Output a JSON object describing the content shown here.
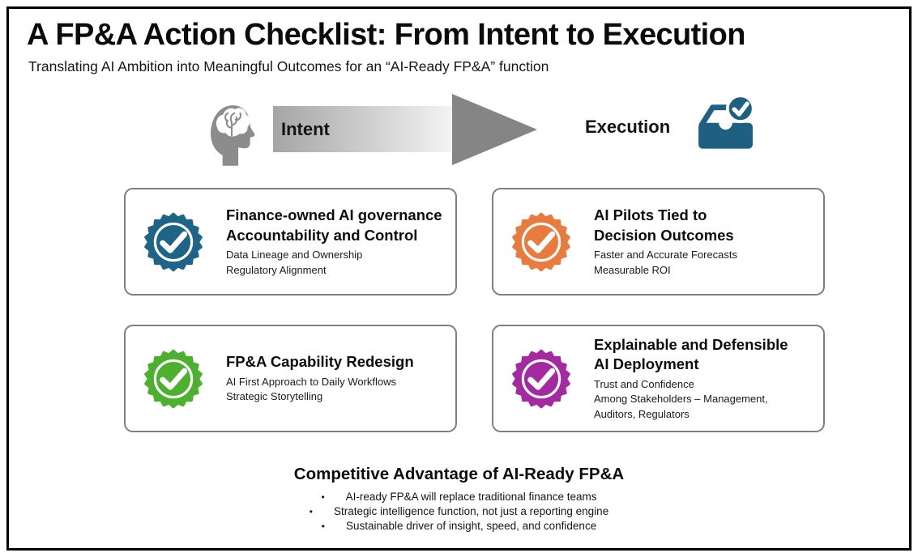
{
  "slide": {
    "title": "A FP&A Action Checklist: From Intent to Execution",
    "subtitle": "Translating AI Ambition into Meaningful Outcomes for an “AI-Ready FP&A” function"
  },
  "flow": {
    "intent_label": "Intent",
    "execution_label": "Execution",
    "head_icon": "head-brain-icon",
    "inbox_icon": "inbox-check-icon",
    "head_icon_color": "#8c8c8c",
    "inbox_icon_color": "#1e5f82",
    "arrow_color": "#858585",
    "bar_gradient_left": "#a5a5a5",
    "bar_gradient_right": "#f4f4f4"
  },
  "cards": [
    {
      "id": "finance-owned-ai-governance",
      "icon": "check-seal-icon",
      "accent": "#1f6386",
      "title_lines": [
        "Finance-owned AI governance",
        "Accountability and Control"
      ],
      "body_lines": [
        "Data Lineage and Ownership",
        "Regulatory Alignment"
      ]
    },
    {
      "id": "ai-pilots-tied-to-decision-outcomes",
      "icon": "check-seal-icon",
      "accent": "#e87b3e",
      "title_lines": [
        "AI Pilots Tied to",
        "Decision Outcomes"
      ],
      "body_lines": [
        "Faster and Accurate Forecasts",
        "Measurable ROI"
      ]
    },
    {
      "id": "fpa-capability-redesign",
      "icon": "check-seal-icon",
      "accent": "#4db02f",
      "title_lines": [
        "FP&A Capability Redesign"
      ],
      "body_lines": [
        "AI First Approach to Daily Workflows",
        "Strategic Storytelling"
      ]
    },
    {
      "id": "explainable-and-defensible-ai-deployment",
      "icon": "check-seal-icon",
      "accent": "#a32aa1",
      "title_lines": [
        "Explainable and Defensible",
        "AI Deployment"
      ],
      "body_lines": [
        "Trust and Confidence",
        "Among Stakeholders – Management,",
        "Auditors, Regulators"
      ]
    }
  ],
  "footer": {
    "heading": "Competitive Advantage of AI-Ready FP&A",
    "bullets": [
      "AI-ready FP&A will replace traditional finance teams",
      "Strategic intelligence function, not just a reporting engine",
      "Sustainable driver of insight, speed, and confidence"
    ]
  }
}
